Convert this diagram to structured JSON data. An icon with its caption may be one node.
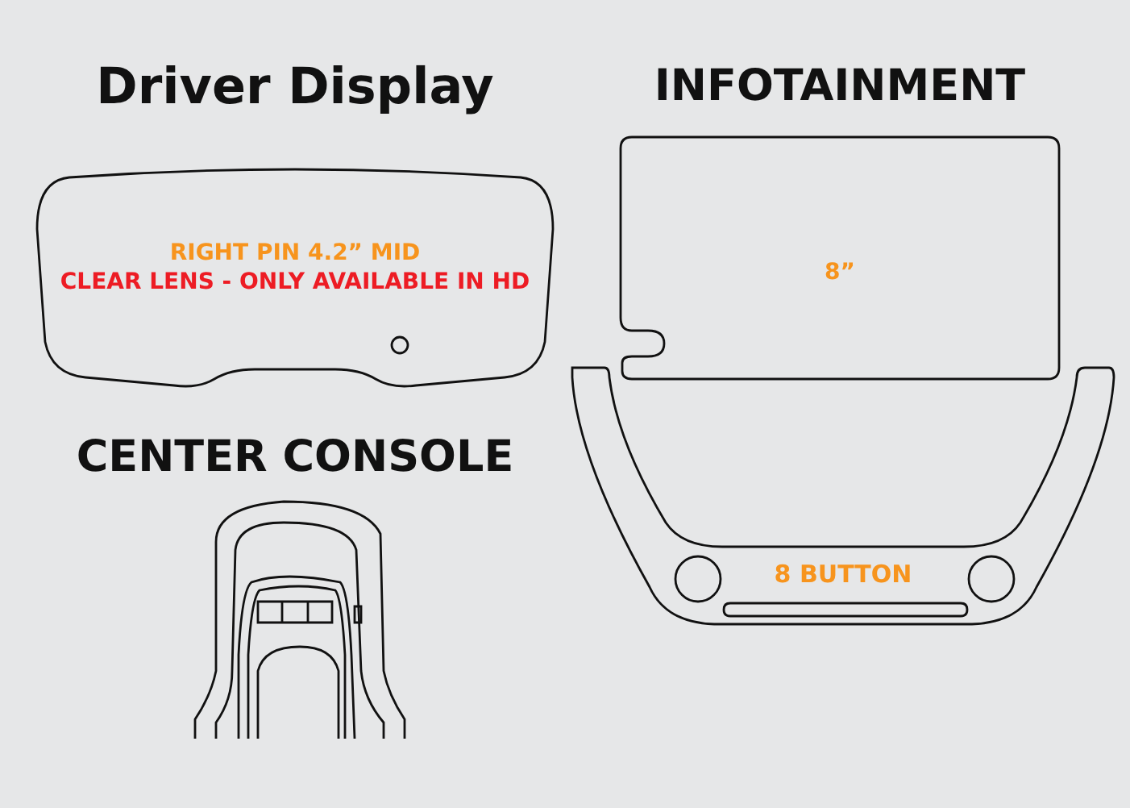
{
  "diagram": {
    "nodes": [
      {
        "text": [
          "Driver Display",
          "RIGHT PIN 4.2” MID",
          "CLEAR LENS - ONLY AVAILABLE IN HD"
        ]
      },
      {
        "text": [
          "INFOTAINMENT",
          "8”"
        ]
      },
      {
        "text": [
          "8 BUTTON"
        ]
      },
      {
        "text": [
          "CENTER CONSOLE"
        ]
      }
    ]
  }
}
